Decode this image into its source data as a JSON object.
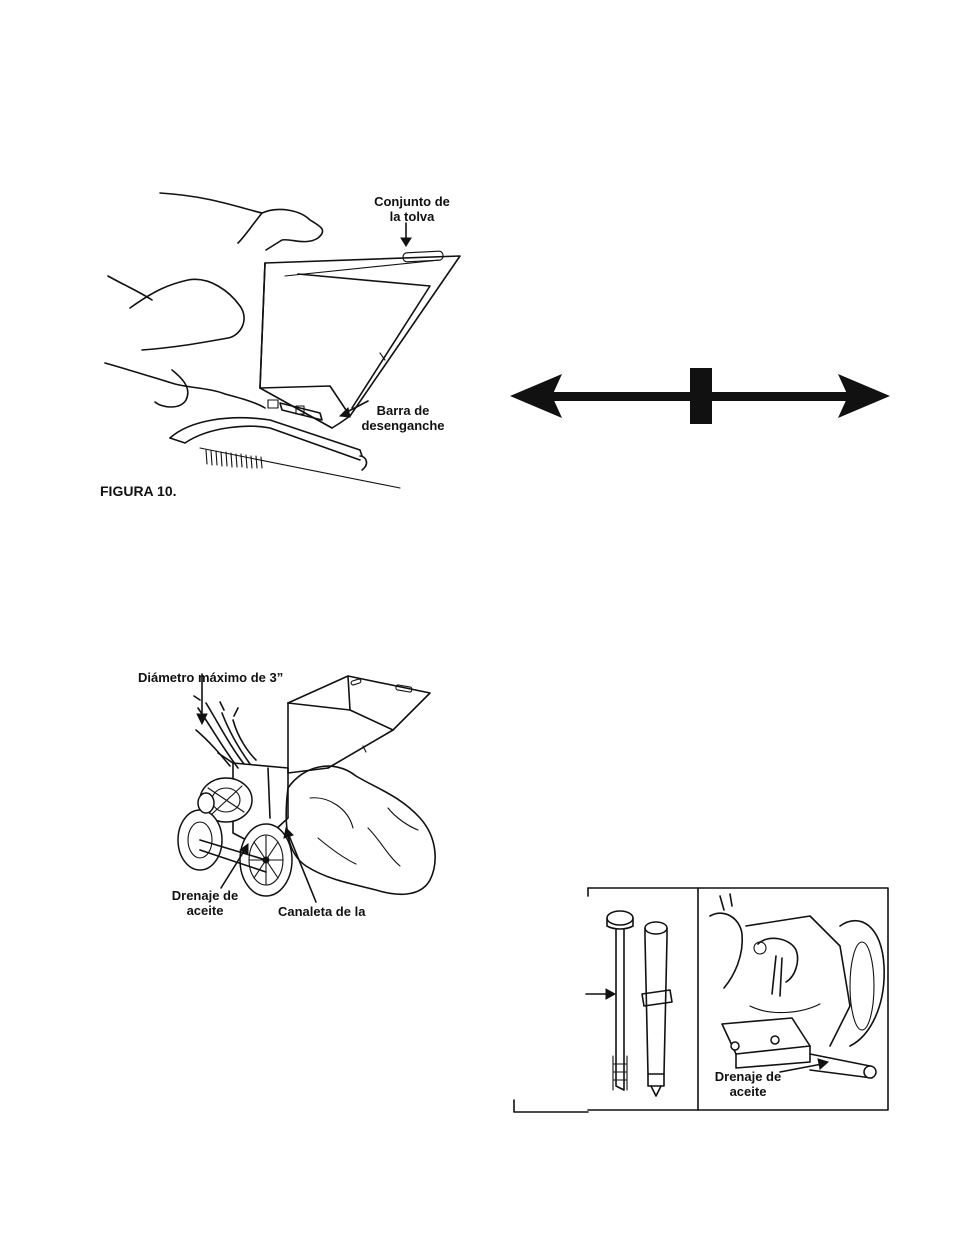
{
  "figure10": {
    "caption": "FIGURA 10.",
    "label_hopper_assembly": [
      "Conjunto de",
      "la tolva"
    ],
    "label_release_bar": [
      "Barra de",
      "desenganche"
    ]
  },
  "chipper_figure": {
    "label_max_diameter": "Diámetro máximo de 3”",
    "label_oil_drain": [
      "Drenaje de",
      "aceite"
    ],
    "label_chute": "Canaleta de la"
  },
  "engine_figure": {
    "label_oil_drain": [
      "Drenaje de",
      "aceite"
    ]
  },
  "icons": {
    "crop_mark": "crop-registration-mark-icon"
  }
}
